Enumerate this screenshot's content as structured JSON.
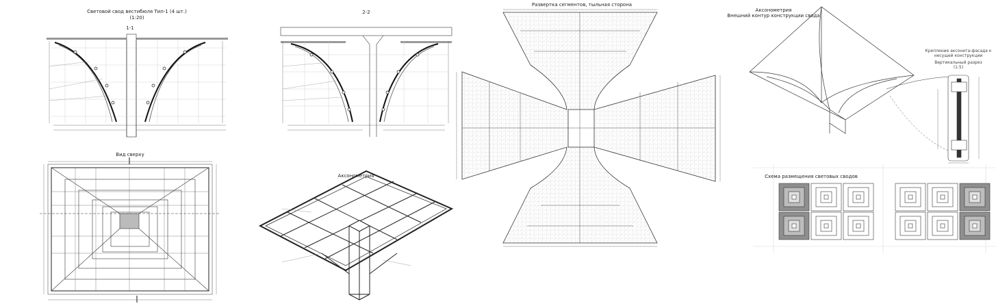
{
  "sheet": {
    "main_title": "Световой свод вестибюля Тип-1 (4 шт.)",
    "main_scale": "(1:20)"
  },
  "section_1_1": {
    "label": "1-1"
  },
  "section_2_2": {
    "label": "2-2"
  },
  "top_view": {
    "title": "Вид сверху"
  },
  "axonometry": {
    "title": "Аксонометрия"
  },
  "unfolding": {
    "title": "Развертка сегментов, тыльная сторона"
  },
  "outer_axon": {
    "title": "Аксонометрия",
    "subtitle": "Внешний контур конструкции свода"
  },
  "detail": {
    "title": "Крепление аксонета-фасада к несущей конструкции",
    "subtitle": "Вертикальный разрез",
    "scale": "(1:5)"
  },
  "layout_scheme": {
    "title": "Схема размещения световых сводов"
  },
  "colors": {
    "line": "#222222",
    "hatch": "#9a9a9a",
    "fill_dark": "#8c8c8c",
    "paper": "#ffffff"
  }
}
